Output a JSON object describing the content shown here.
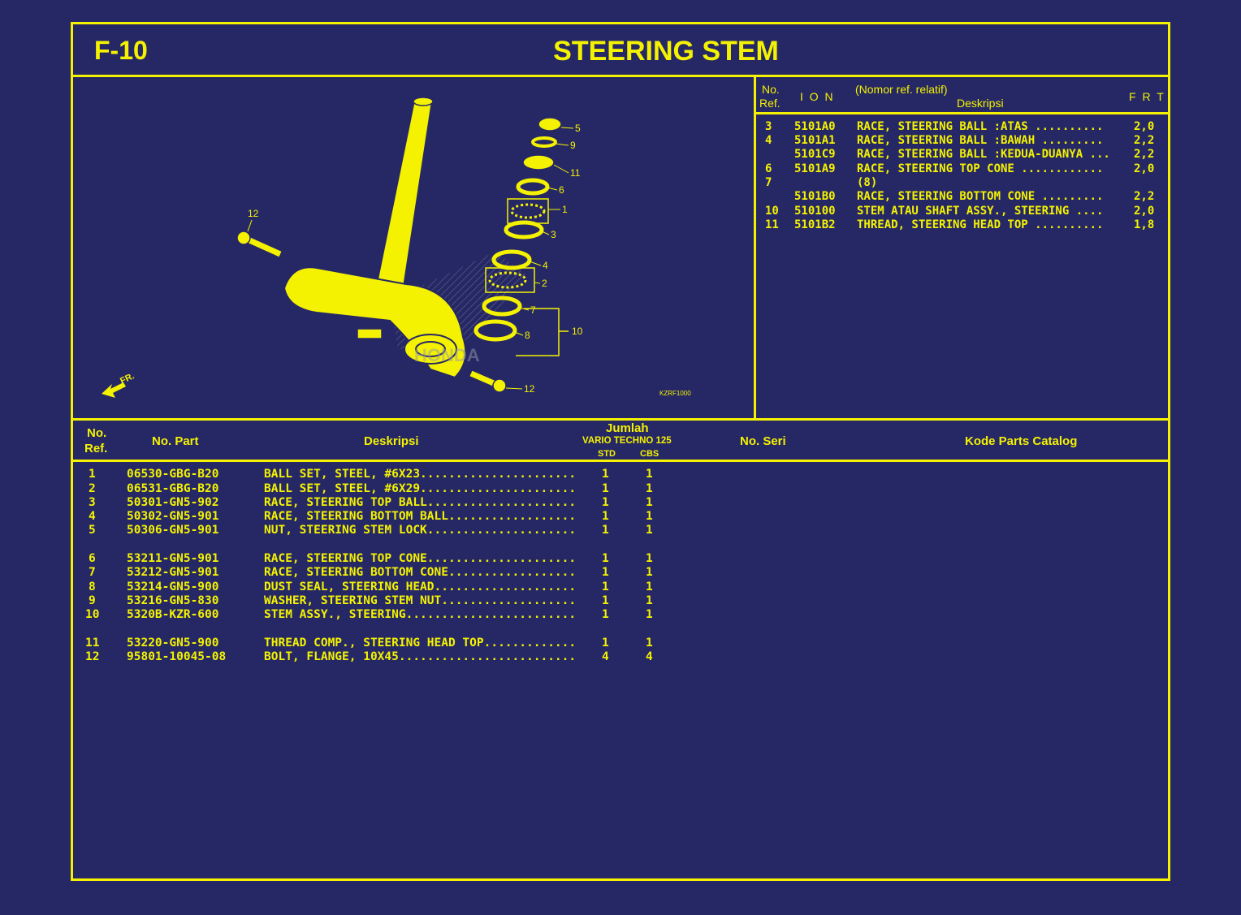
{
  "header": {
    "code": "F-10",
    "title": "STEERING STEM"
  },
  "diagram": {
    "callouts": [
      "5",
      "9",
      "11",
      "6",
      "1",
      "3",
      "4",
      "2",
      "7",
      "10",
      "8",
      "12",
      "12"
    ],
    "arrow_label": "FR.",
    "watermark": "HONDA",
    "figure_code": "KZRF1000"
  },
  "ref_table": {
    "headers": {
      "no_ref_line1": "No.",
      "no_ref_line2": "Ref.",
      "ion": "I O N",
      "relatif": "(Nomor ref. relatif)",
      "deskripsi": "Deskripsi",
      "frt": "F R T"
    },
    "rows": [
      {
        "ref": "3",
        "ion": "5101A0",
        "desc": "RACE, STEERING BALL :ATAS ..........",
        "frt": "2,0"
      },
      {
        "ref": "4",
        "ion": "5101A1",
        "desc": "RACE, STEERING BALL :BAWAH .........",
        "frt": "2,2"
      },
      {
        "ref": "",
        "ion": "5101C9",
        "desc": "RACE, STEERING BALL :KEDUA-DUANYA ...",
        "frt": "2,2"
      },
      {
        "ref": "6",
        "ion": "5101A9",
        "desc": "RACE, STEERING TOP CONE ............",
        "frt": "2,0"
      },
      {
        "ref": "7",
        "ion": "",
        "desc": "(8)",
        "frt": ""
      },
      {
        "ref": "",
        "ion": "5101B0",
        "desc": "RACE, STEERING BOTTOM CONE .........",
        "frt": "2,2"
      },
      {
        "ref": "10",
        "ion": "510100",
        "desc": "STEM ATAU SHAFT ASSY., STEERING ....",
        "frt": "2,0"
      },
      {
        "ref": "11",
        "ion": "5101B2",
        "desc": "THREAD, STEERING HEAD TOP ..........",
        "frt": "1,8"
      }
    ]
  },
  "parts_table": {
    "headers": {
      "no_ref_line1": "No.",
      "no_ref_line2": "Ref.",
      "no_part": "No. Part",
      "deskripsi": "Deskripsi",
      "jumlah": "Jumlah",
      "model": "VARIO TECHNO 125",
      "std": "STD",
      "cbs": "CBS",
      "no_seri": "No. Seri",
      "kode": "Kode Parts Catalog"
    },
    "rows": [
      {
        "ref": "1",
        "part": "06530-GBG-B20",
        "desc": "BALL SET, STEEL, #6X23......................",
        "std": "1",
        "cbs": "1"
      },
      {
        "ref": "2",
        "part": "06531-GBG-B20",
        "desc": "BALL SET, STEEL, #6X29......................",
        "std": "1",
        "cbs": "1"
      },
      {
        "ref": "3",
        "part": "50301-GN5-902",
        "desc": "RACE, STEERING TOP BALL.....................",
        "std": "1",
        "cbs": "1"
      },
      {
        "ref": "4",
        "part": "50302-GN5-901",
        "desc": "RACE, STEERING BOTTOM BALL..................",
        "std": "1",
        "cbs": "1"
      },
      {
        "ref": "5",
        "part": "50306-GN5-901",
        "desc": "NUT, STEERING STEM LOCK.....................",
        "std": "1",
        "cbs": "1"
      },
      {
        "ref": "6",
        "part": "53211-GN5-901",
        "desc": "RACE, STEERING TOP CONE.....................",
        "std": "1",
        "cbs": "1"
      },
      {
        "ref": "7",
        "part": "53212-GN5-901",
        "desc": "RACE, STEERING BOTTOM CONE..................",
        "std": "1",
        "cbs": "1"
      },
      {
        "ref": "8",
        "part": "53214-GN5-900",
        "desc": "DUST SEAL, STEERING HEAD....................",
        "std": "1",
        "cbs": "1"
      },
      {
        "ref": "9",
        "part": "53216-GN5-830",
        "desc": "WASHER, STEERING STEM NUT...................",
        "std": "1",
        "cbs": "1"
      },
      {
        "ref": "10",
        "part": "5320B-KZR-600",
        "desc": "STEM ASSY., STEERING........................",
        "std": "1",
        "cbs": "1"
      },
      {
        "ref": "11",
        "part": "53220-GN5-900",
        "desc": "THREAD COMP., STEERING HEAD TOP.............",
        "std": "1",
        "cbs": "1"
      },
      {
        "ref": "12",
        "part": "95801-10045-08",
        "desc": "BOLT, FLANGE, 10X45.........................",
        "std": "4",
        "cbs": "4"
      }
    ]
  },
  "colors": {
    "background": "#262866",
    "accent": "#f4f200"
  }
}
